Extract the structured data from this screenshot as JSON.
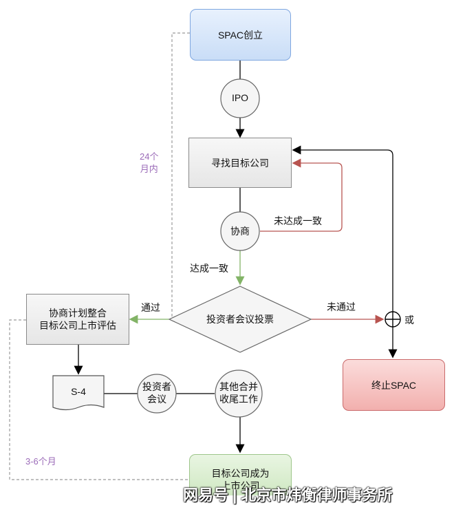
{
  "nodes": {
    "spac_founded": "SPAC创立",
    "ipo": "IPO",
    "find_target": "寻找目标公司",
    "negotiation": "协商",
    "investor_vote": "投资者会议投票",
    "plan_eval_line1": "协商计划整合",
    "plan_eval_line2": "目标公司上市评估",
    "s4": "S-4",
    "investor_meeting_line1": "投资者",
    "investor_meeting_line2": "会议",
    "other_merger_line1": "其他合并",
    "other_merger_line2": "收尾工作",
    "terminate_spac": "终止SPAC",
    "target_listed_line1": "目标公司成为",
    "target_listed_line2": "上市公司"
  },
  "edge_labels": {
    "not_agreed": "未达成一致",
    "agreed": "达成一致",
    "passed": "通过",
    "not_passed": "未通过",
    "or": "或",
    "deadline_24_line1": "24个",
    "deadline_24_line2": "月内",
    "deadline_3_6": "3-6个月"
  },
  "watermark": "网易号 | 北京市炜衡律师事务所",
  "colors": {
    "blue_box": "#dae8fc",
    "red_box": "#f8cecc",
    "green_box": "#d5e8d4",
    "gray_box": "#f5f5f5",
    "red_arrow": "#b85450",
    "green_arrow": "#82b366",
    "purple_text": "#9b6bb8"
  }
}
